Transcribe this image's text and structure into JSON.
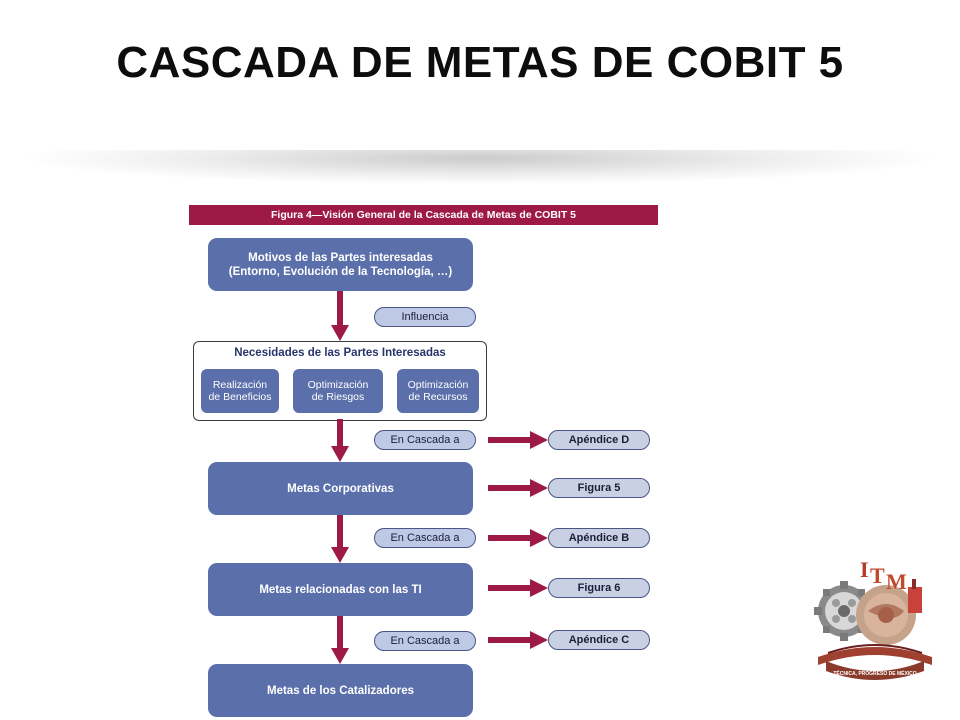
{
  "slide": {
    "title": "CASCADA DE METAS DE COBIT 5"
  },
  "figure": {
    "header": "Figura 4—Visión General de la Cascada de Metas  de COBIT 5",
    "drivers": {
      "line1": "Motivos de las Partes interesadas",
      "line2": "(Entorno, Evolución de la Tecnología, …)"
    },
    "influence_label": "Influencia",
    "needs": {
      "title": "Necesidades de las Partes Interesadas",
      "items": [
        {
          "line1": "Realización",
          "line2": "de Beneficios"
        },
        {
          "line1": "Optimización",
          "line2": "de Riesgos"
        },
        {
          "line1": "Optimización",
          "line2": "de Recursos"
        }
      ]
    },
    "cascade_label": "En Cascada a",
    "enterprise_goals": "Metas Corporativas",
    "it_goals": "Metas relacionadas con las TI",
    "enabler_goals": "Metas de los Catalizadores",
    "refs": {
      "appendix_d": "Apéndice D",
      "figure_5": "Figura 5",
      "appendix_b": "Apéndice B",
      "figure_6": "Figura 6",
      "appendix_c": "Apéndice C"
    }
  },
  "logo": {
    "letters": "ITM",
    "ring_text": "TÉCNICA, PROGRESO DE MÉXICO"
  },
  "colors": {
    "crimson": "#9e1a46",
    "box_blue": "#5b6faa",
    "pill_blue": "#bdc9e5"
  }
}
